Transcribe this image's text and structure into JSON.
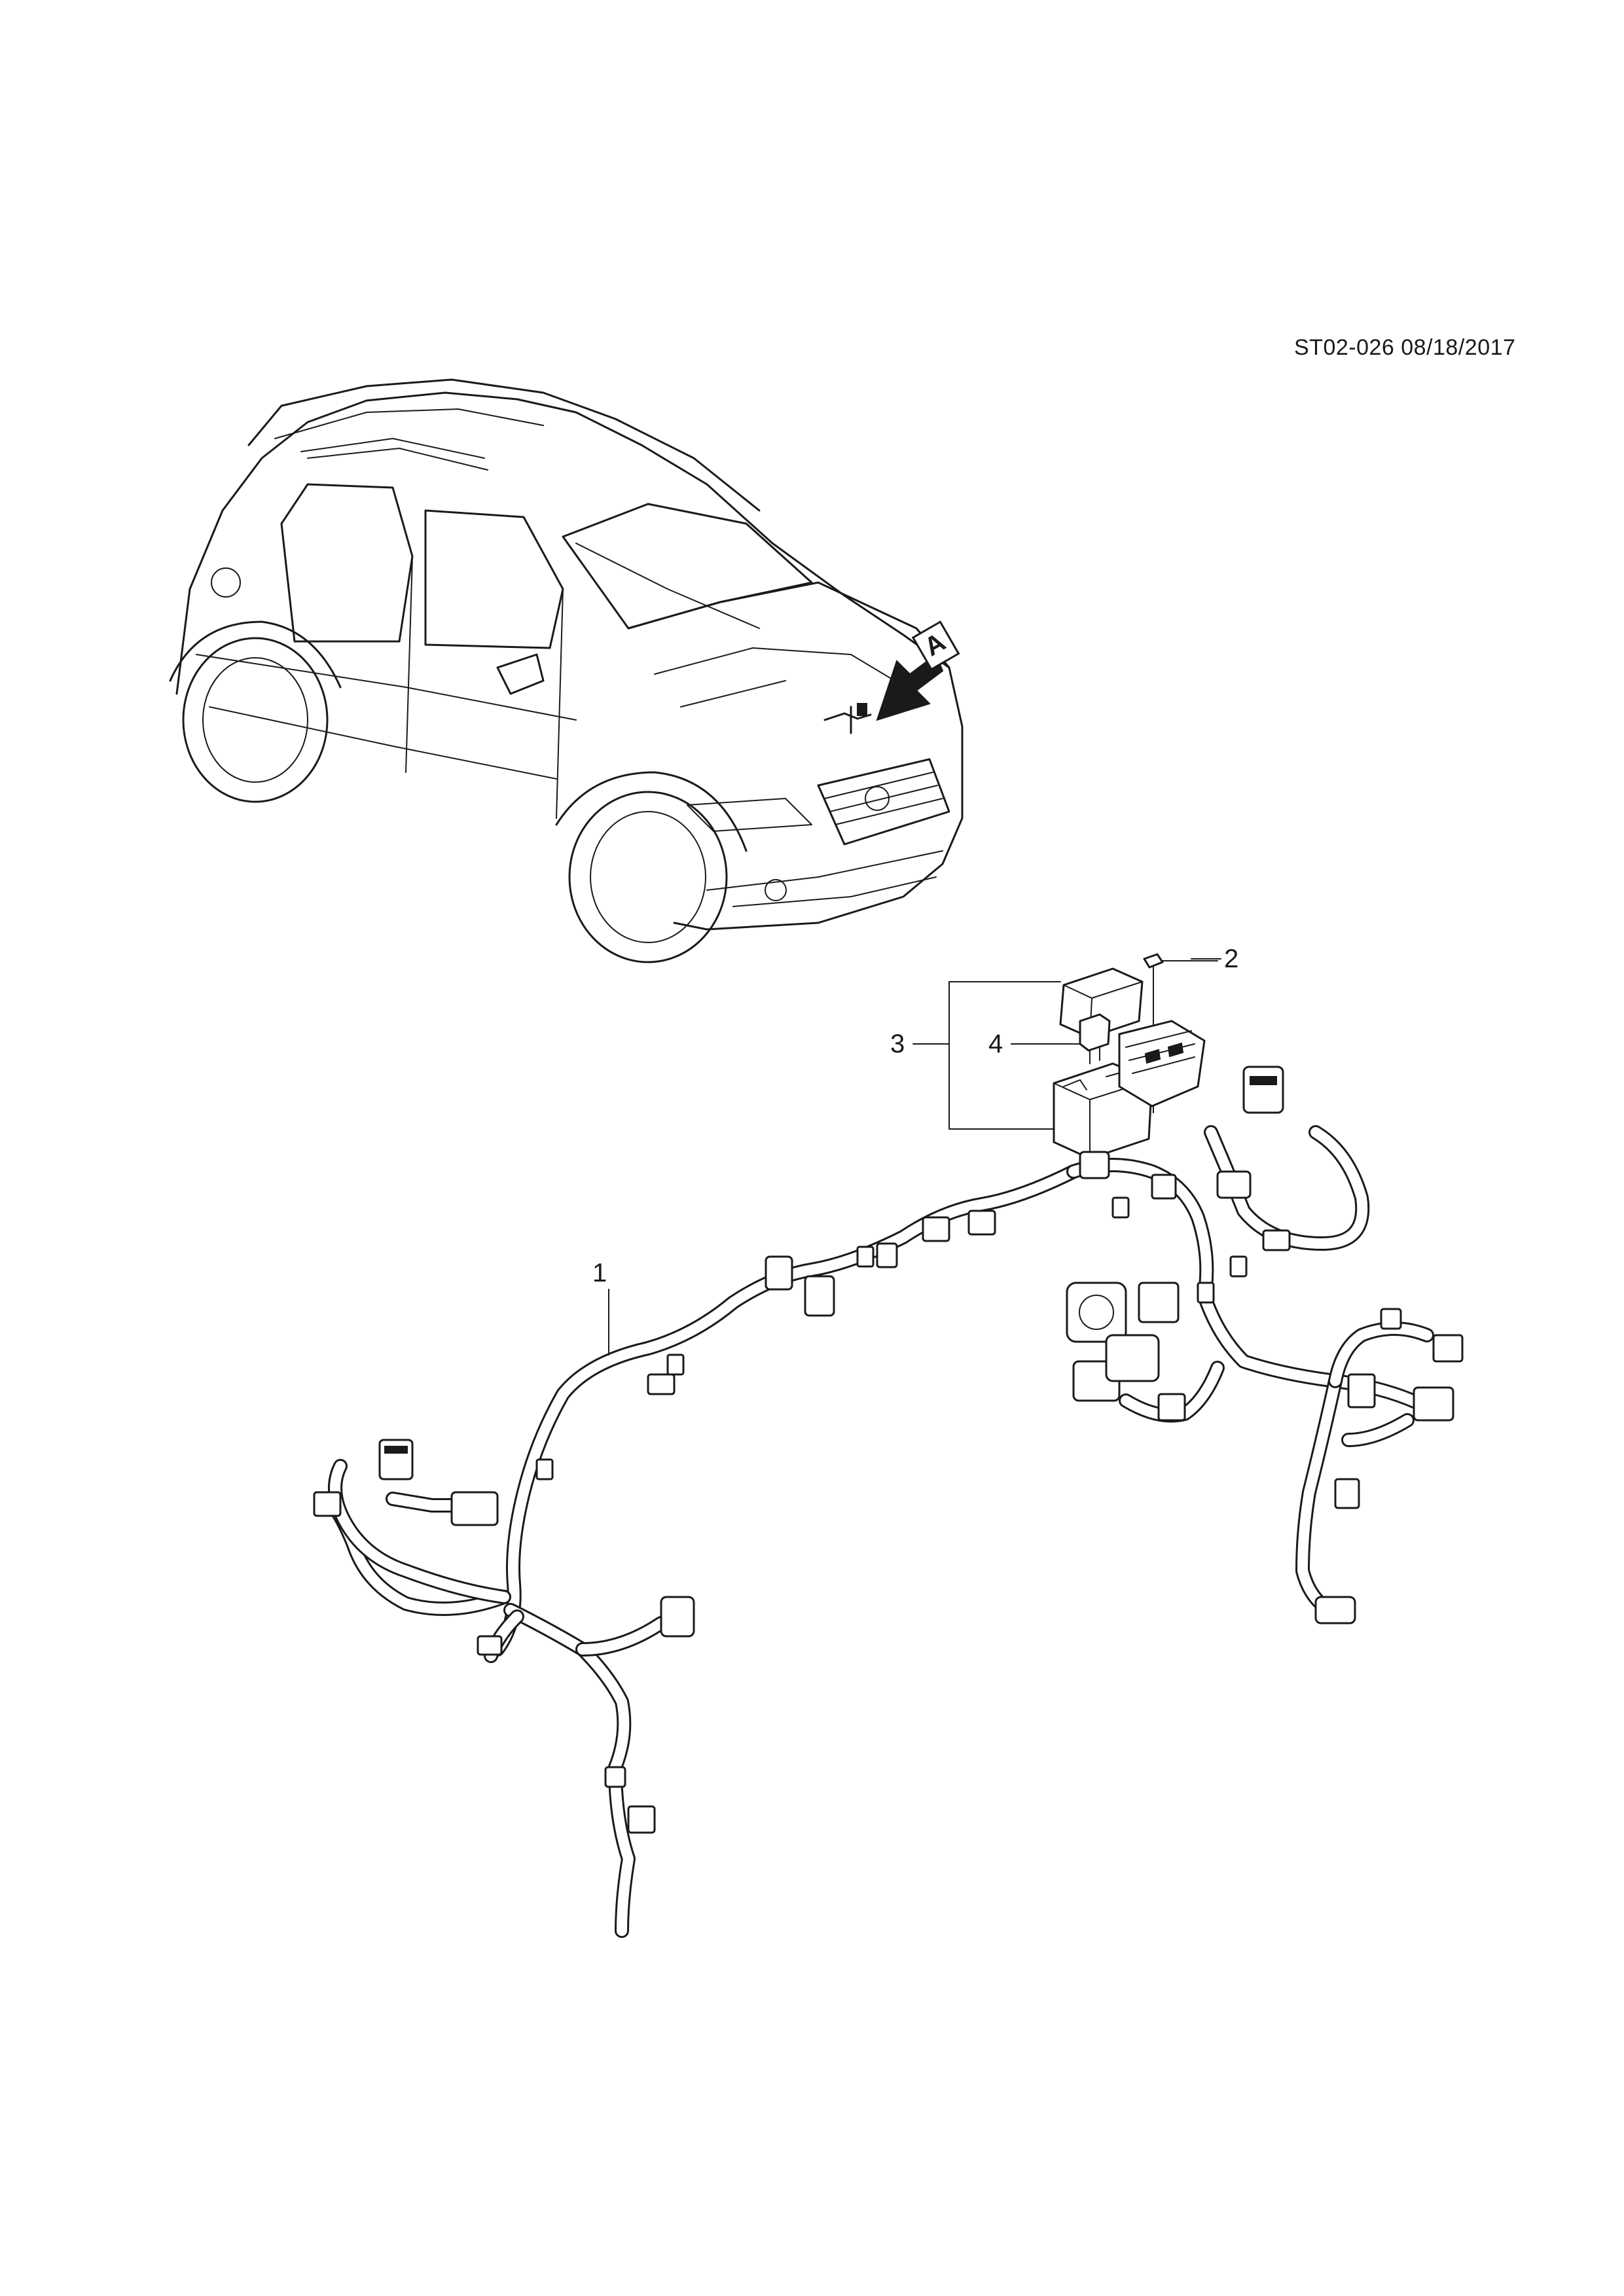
{
  "diagram": {
    "caption": "ST02-026 08/18/2017",
    "view_marker": "A",
    "callouts": [
      {
        "number": "1",
        "part": "wiring-harness"
      },
      {
        "number": "2",
        "part": "screw"
      },
      {
        "number": "3",
        "part": "fuse-relay-box"
      },
      {
        "number": "4",
        "part": "relay"
      }
    ]
  }
}
